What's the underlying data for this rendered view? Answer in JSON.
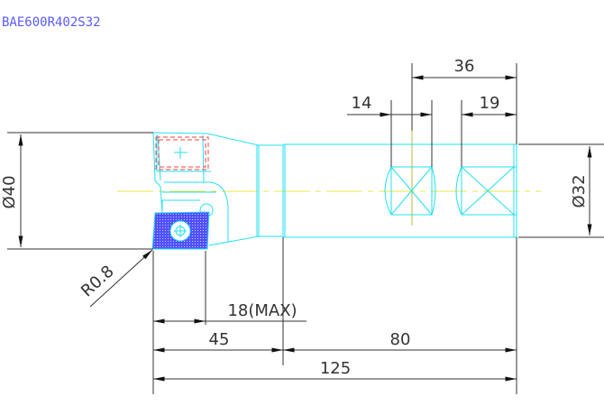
{
  "drawing": {
    "title": "BAE600R402S32",
    "colors": {
      "outline": "#22e0f0",
      "dimension": "#333333",
      "centerline": "#e8e840",
      "insert": "#5050ff",
      "hidden": "#ff4040",
      "title": "#5a5aff"
    },
    "dimensions": {
      "head_diameter": "Ø40",
      "shank_diameter": "Ø32",
      "corner_radius": "R0.8",
      "flat_span": "36",
      "flat_width_1": "14",
      "flat_width_2": "19",
      "cut_depth": "18(MAX)",
      "head_length": "45",
      "shank_length": "80",
      "overall_length": "125"
    }
  }
}
